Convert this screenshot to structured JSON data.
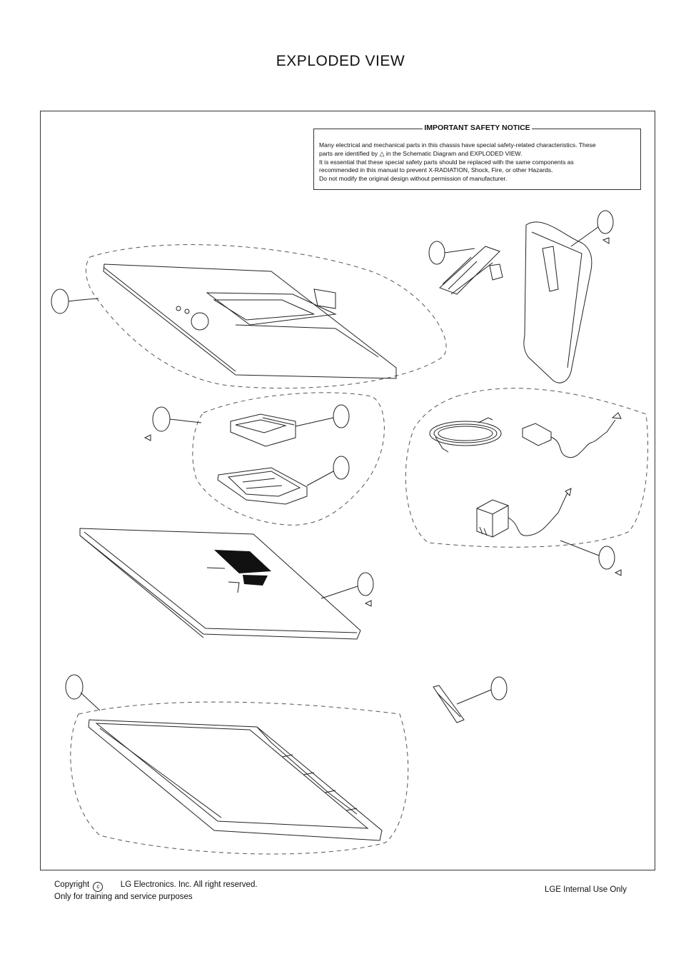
{
  "page": {
    "title": "EXPLODED VIEW"
  },
  "safety_notice": {
    "heading": "IMPORTANT SAFETY NOTICE",
    "line1": "Many electrical and mechanical parts in this chassis have special safety-related characteristics. These",
    "line2_pre": "parts are identified by",
    "line2_icon": "warning-triangle-icon",
    "line2_post": "in the Schematic Diagram and EXPLODED VIEW.",
    "line3": "It is essential that these special safety parts should be replaced with the same components as",
    "line4": "recommended in this manual to prevent X-RADIATION, Shock, Fire, or other Hazards.",
    "line5": "Do not modify the original design without permission of manufacturer."
  },
  "footer": {
    "copyright_pre": "Copyright",
    "copyright_symbol": "c",
    "copyright_post": "LG Electronics. Inc. All right reserved.",
    "purpose": "Only for training and service purposes",
    "internal": "LGE Internal Use Only"
  },
  "icons": [
    "warning-triangle-icon",
    "copyright-icon"
  ]
}
